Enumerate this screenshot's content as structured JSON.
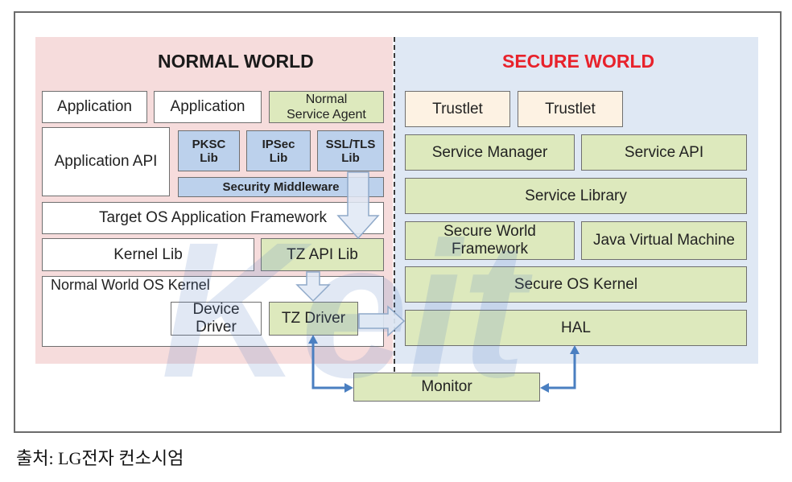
{
  "normal_world": {
    "title": "NORMAL WORLD",
    "app1": "Application",
    "app2": "Application",
    "normal_service_agent": "Normal Service Agent",
    "application_api": "Application API",
    "pksc_lib": "PKSC Lib",
    "ipsec_lib": "IPSec Lib",
    "ssl_tls_lib": "SSL/TLS Lib",
    "security_middleware": "Security Middleware",
    "target_os_framework": "Target OS Application Framework",
    "kernel_lib": "Kernel Lib",
    "tz_api_lib": "TZ API Lib",
    "normal_world_os_kernel": "Normal World OS Kernel",
    "device_driver": "Device Driver",
    "tz_driver": "TZ Driver"
  },
  "secure_world": {
    "title": "SECURE WORLD",
    "trustlet1": "Trustlet",
    "trustlet2": "Trustlet",
    "service_manager": "Service Manager",
    "service_api": "Service API",
    "service_library": "Service Library",
    "secure_world_framework": "Secure World Framework",
    "java_vm": "Java Virtual Machine",
    "secure_os_kernel": "Secure OS Kernel",
    "hal": "HAL"
  },
  "monitor": "Monitor",
  "watermark": "Keit",
  "caption": "출처: LG전자 컨소시엄",
  "colors": {
    "normal_bg": "#f6dcdc",
    "secure_bg": "#dfe8f4",
    "secure_title": "#e8222b",
    "green": "#dde9bd",
    "blue": "#bcd1ec",
    "arrow_blue": "#4a7fc1"
  }
}
